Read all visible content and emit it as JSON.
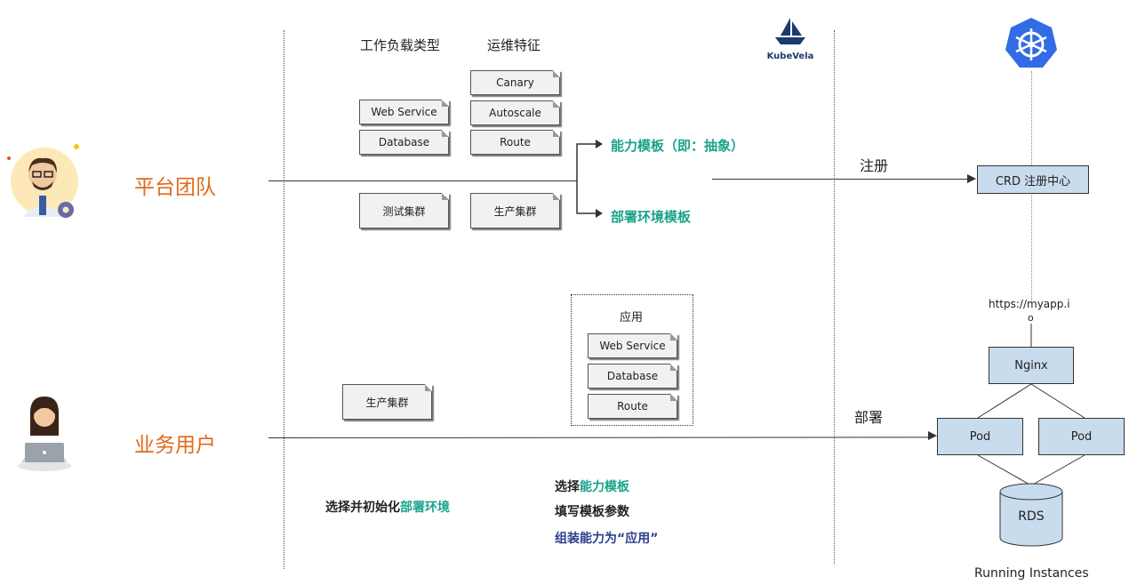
{
  "headers": {
    "workload_types": "工作负载类型",
    "ops_traits": "运维特征"
  },
  "workload_cards": [
    "Web Service",
    "Database"
  ],
  "trait_cards": [
    "Canary",
    "Autoscale",
    "Route"
  ],
  "cluster_cards": [
    "测试集群",
    "生产集群"
  ],
  "roles": {
    "platform_team": "平台团队",
    "business_user": "业务用户"
  },
  "outputs": {
    "capability_template": "能力模板（即：抽象）",
    "env_template": "部署环境模板"
  },
  "kubevela_label": "KubeVela",
  "register_label": "注册",
  "deploy_label": "部署",
  "crd_label": "CRD 注册中心",
  "app_box": {
    "title": "应用",
    "items": [
      "Web Service",
      "Database",
      "Route"
    ]
  },
  "user_cluster_card": "生产集群",
  "instructions": {
    "left_part1": "选择并初始化",
    "left_part2": "部署环境",
    "line1_a": "选择",
    "line1_b": "能力模板",
    "line2": "填写模板参数",
    "line3": "组装能力为“应用”"
  },
  "url_line1": "https://myapp.i",
  "url_line2": "o",
  "instances": {
    "nginx": "Nginx",
    "pod1": "Pod",
    "pod2": "Pod",
    "rds": "RDS"
  },
  "running_instances": "Running Instances",
  "colors": {
    "role": "#e06a1a",
    "green": "#1aa38a",
    "navy": "#2a3f8f",
    "box_blue": "#c9dcee",
    "k8s_blue": "#326ce5"
  }
}
